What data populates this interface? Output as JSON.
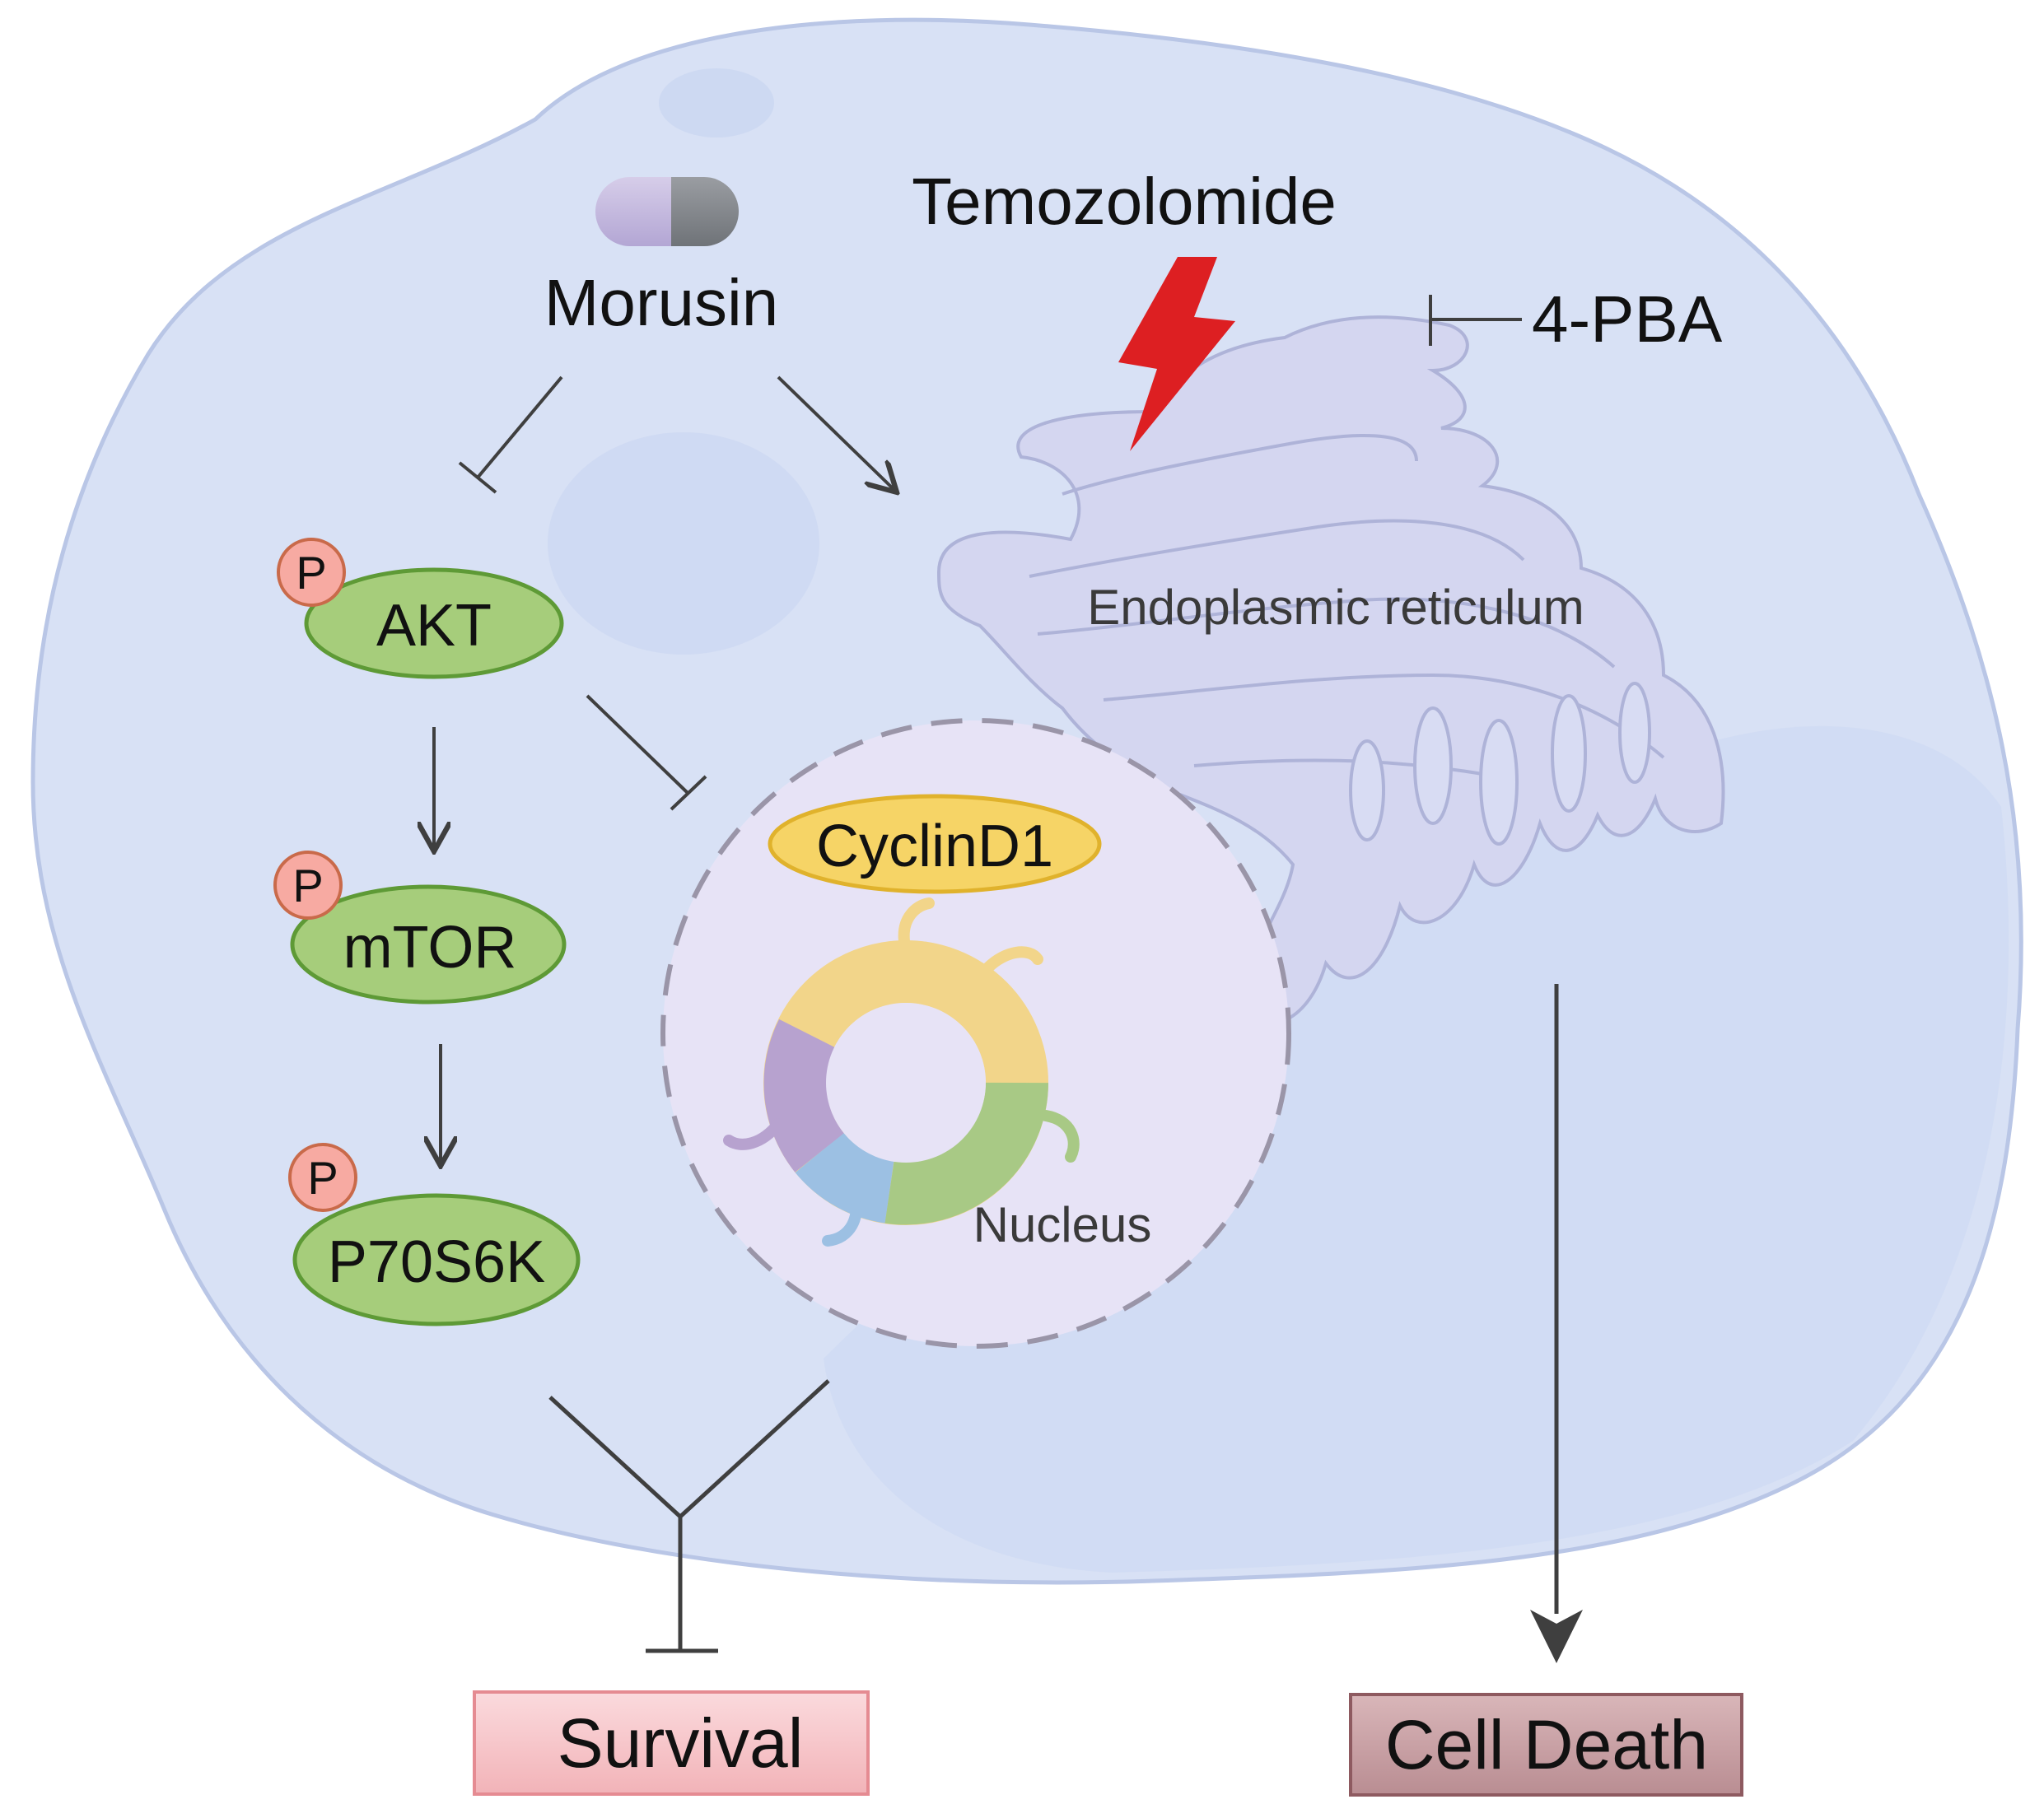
{
  "drug": {
    "label": "Morusin"
  },
  "stress": {
    "label": "Temozolomide"
  },
  "inhibitor": {
    "label": "4-PBA"
  },
  "organelles": {
    "er": "Endoplasmic reticulum",
    "nucleus": "Nucleus"
  },
  "proteins": {
    "akt": "AKT",
    "mtor": "mTOR",
    "p70s6k": "P70S6K",
    "cyclin": "CyclinD1",
    "phospho": "P"
  },
  "outcomes": {
    "survival": "Survival",
    "death": "Cell Death"
  },
  "colors": {
    "cell": "#d8e1f5",
    "protein": "#a6cd7b",
    "phospho": "#f7aaa2",
    "cyclin": "#f6d466",
    "lightning": "#dd1f22",
    "survival_box": "#f7c5c9",
    "death_box": "#c9a1a5"
  }
}
